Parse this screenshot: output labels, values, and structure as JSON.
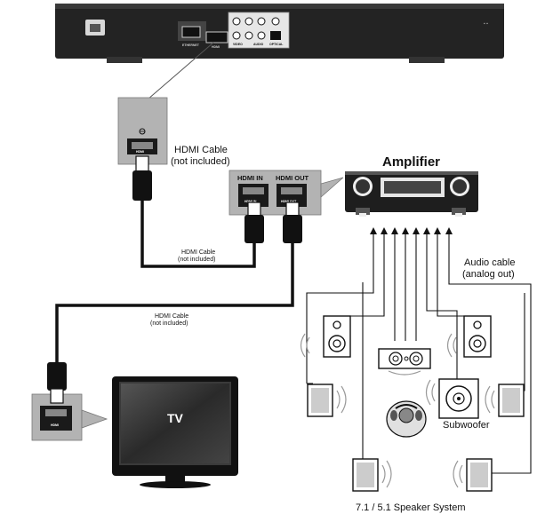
{
  "labels": {
    "hdmi_cable_top_line1": "HDMI Cable",
    "hdmi_cable_top_line2": "(not included)",
    "hdmi_cable_mid_line1": "HDMI Cable",
    "hdmi_cable_mid_line2": "(not included)",
    "hdmi_cable_low_line1": "HDMI Cable",
    "hdmi_cable_low_line2": "(not included)",
    "amplifier": "Amplifier",
    "hdmi_in": "HDMI IN",
    "hdmi_out": "HDMI OUT",
    "audio_cable_line1": "Audio cable",
    "audio_cable_line2": "(analog out)",
    "tv": "TV",
    "subwoofer": "Subwoofer",
    "speaker_system": "7.1 / 5.1 Speaker System",
    "port_hdmi": "HDMI",
    "port_hdmi_in": "HDMI IN",
    "port_hdmi_out": "HDMI OUT",
    "port_ethernet": "ETHERNET",
    "port_video": "VIDEO",
    "port_audio": "AUDIO",
    "port_optical": "OPTICAL"
  },
  "colors": {
    "device_dark": "#1e1e1e",
    "panel_gray": "#b3b3b3",
    "cable": "#111111",
    "line": "#555555"
  }
}
